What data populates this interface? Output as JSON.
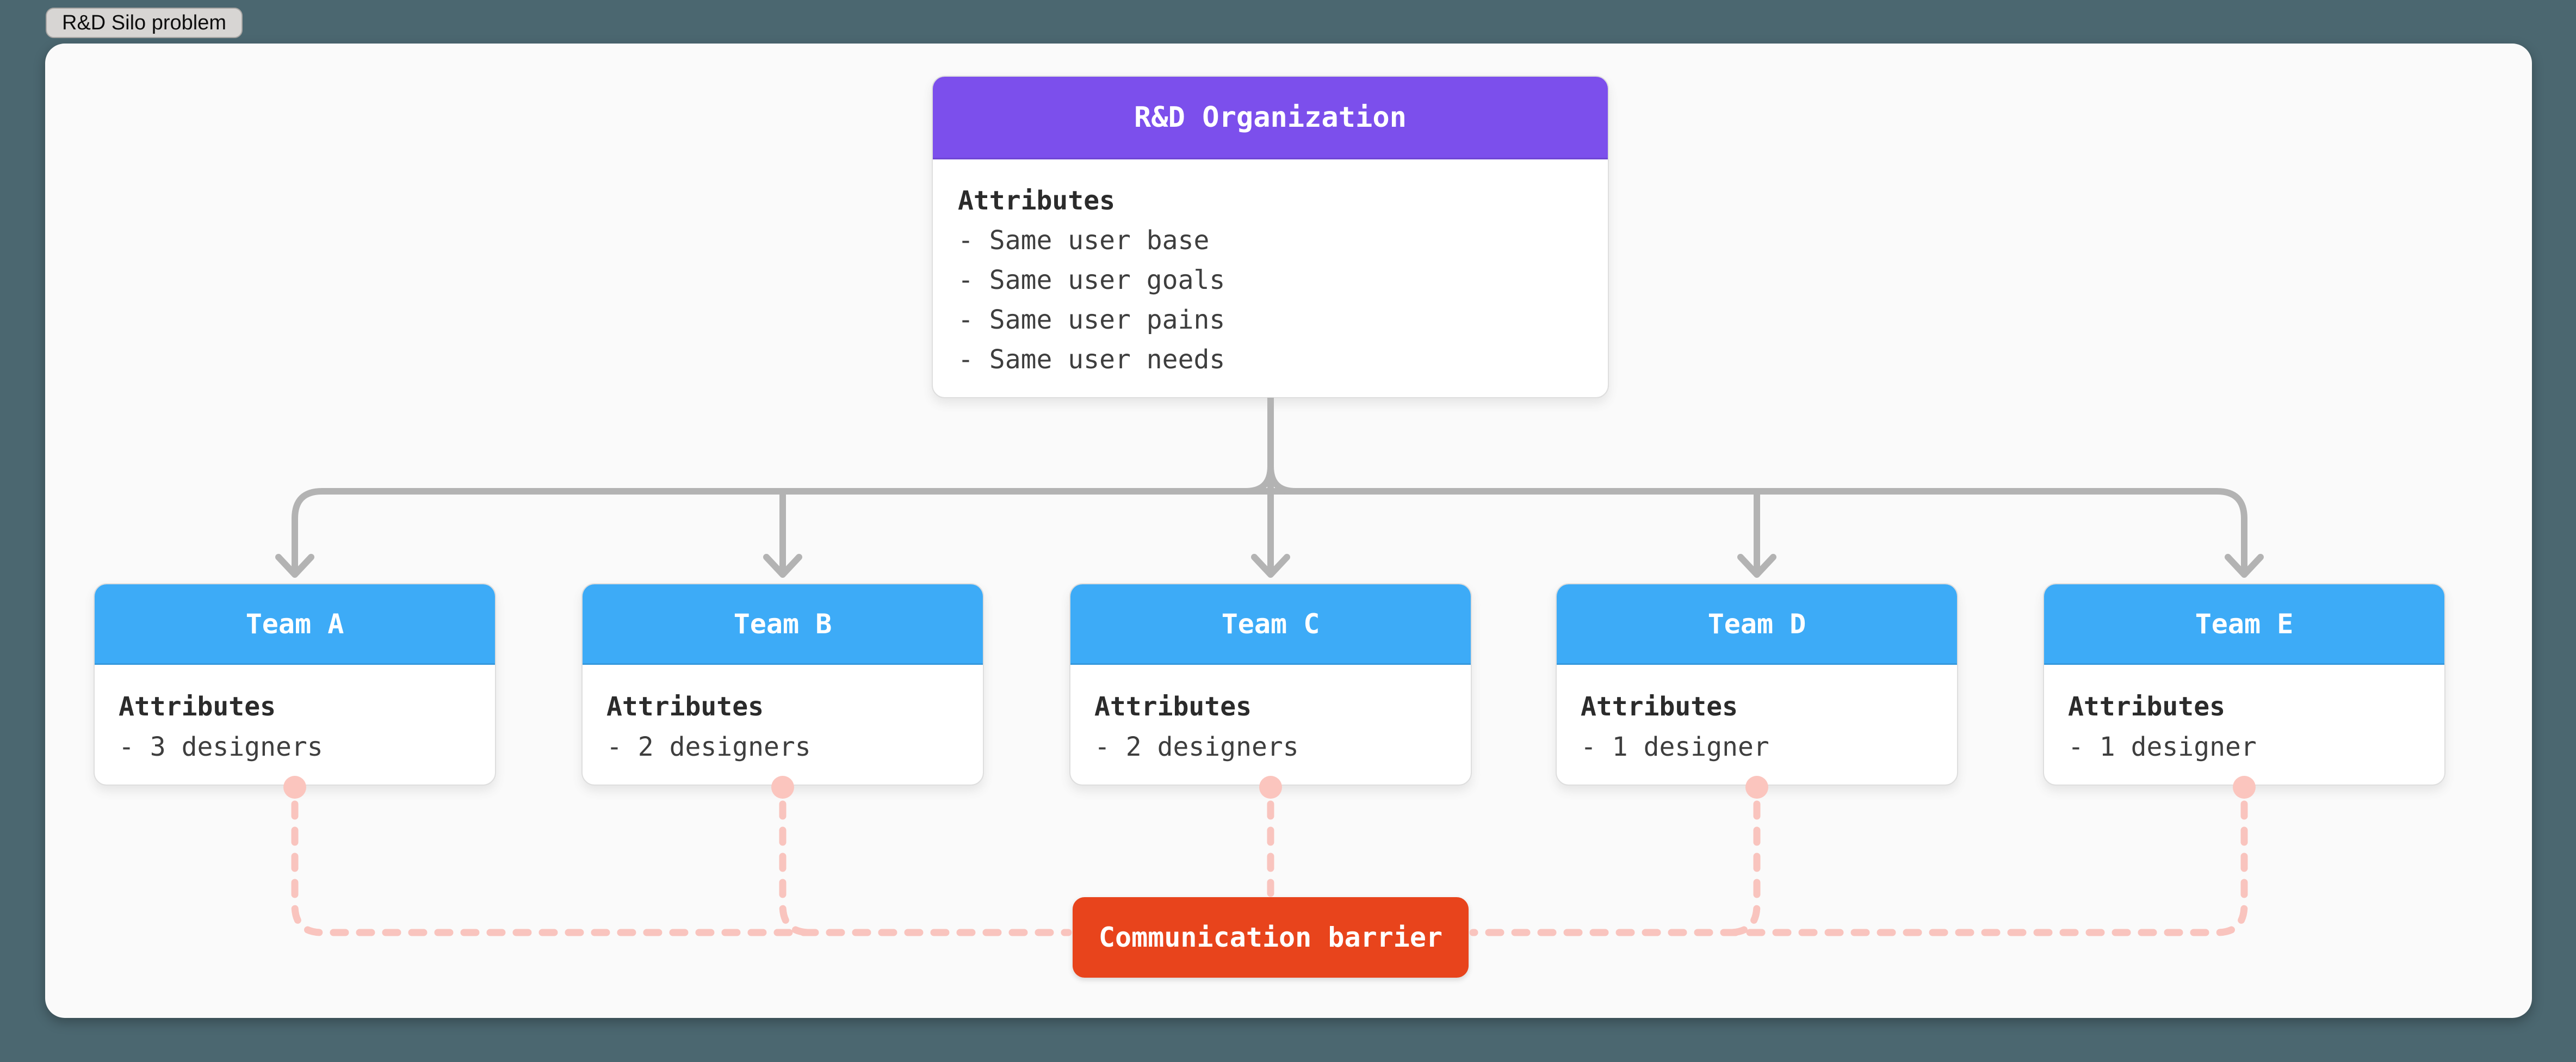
{
  "board": {
    "tab_label": "R&D Silo problem"
  },
  "diagram": {
    "root": {
      "title": "R&D Organization",
      "attributes_heading": "Attributes",
      "items": [
        "- Same user base",
        "- Same user goals",
        "- Same user pains",
        "- Same user needs"
      ]
    },
    "teams": [
      {
        "title": "Team A",
        "attributes_heading": "Attributes",
        "items": [
          "- 3 designers"
        ]
      },
      {
        "title": "Team B",
        "attributes_heading": "Attributes",
        "items": [
          "- 2 designers"
        ]
      },
      {
        "title": "Team C",
        "attributes_heading": "Attributes",
        "items": [
          "- 2 designers"
        ]
      },
      {
        "title": "Team D",
        "attributes_heading": "Attributes",
        "items": [
          "- 1 designer"
        ]
      },
      {
        "title": "Team E",
        "attributes_heading": "Attributes",
        "items": [
          "- 1 designer"
        ]
      }
    ],
    "barrier": {
      "label": "Communication barrier"
    }
  },
  "colors": {
    "frame": "#4b6770",
    "canvas": "#fafafa",
    "purple": "#7c4fec",
    "blue": "#3dabf7",
    "red": "#e8441c",
    "pink-line": "#f9c4be",
    "pink-dot": "#fbc5be",
    "gray-line": "#b3b3b3"
  }
}
